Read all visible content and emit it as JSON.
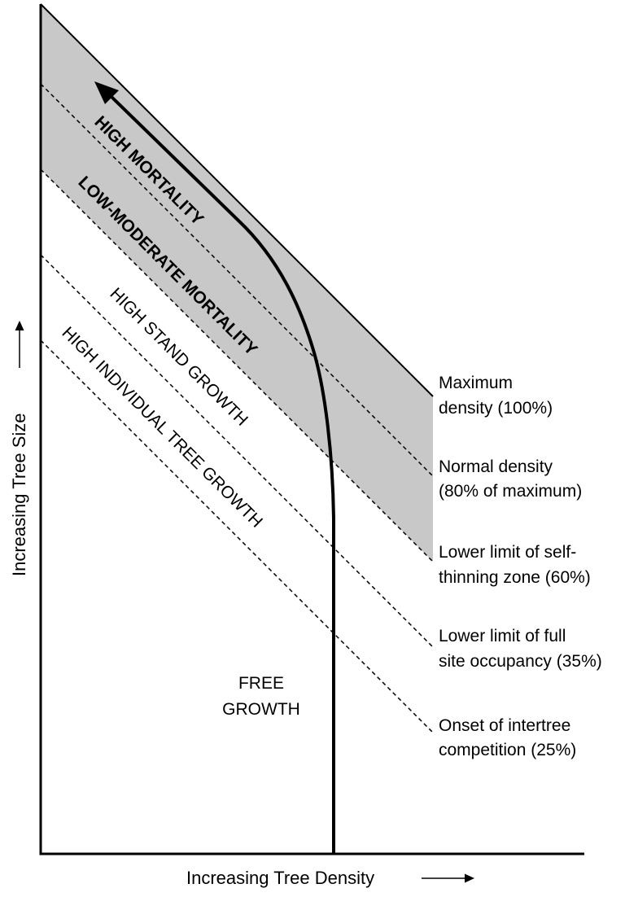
{
  "axes": {
    "y_label": "Increasing Tree Size",
    "x_label": "Increasing Tree Density"
  },
  "zones": {
    "high_mortality": "HIGH MORTALITY",
    "low_moderate_mortality": "LOW-MODERATE MORTALITY",
    "high_stand_growth": "HIGH STAND GROWTH",
    "high_individual_tree_growth": "HIGH INDIVIDUAL TREE GROWTH",
    "free_growth_line1": "FREE",
    "free_growth_line2": "GROWTH"
  },
  "lines": [
    {
      "key": "maximum",
      "style": "solid",
      "line1": "Maximum",
      "line2": "density (100%)"
    },
    {
      "key": "normal",
      "style": "dashed",
      "line1": "Normal density",
      "line2": "(80% of maximum)"
    },
    {
      "key": "self_thinning",
      "style": "dashed",
      "line1": "Lower limit of self-",
      "line2": "thinning zone (60%)"
    },
    {
      "key": "full_occupancy",
      "style": "dashed",
      "line1": "Lower limit of full",
      "line2": "site occupancy (35%)"
    },
    {
      "key": "intertree",
      "style": "dashed",
      "line1": "Onset of intertree",
      "line2": "competition (25%)"
    }
  ],
  "colors": {
    "shaded_zone": "#c8c8c8",
    "ink": "#000000"
  }
}
